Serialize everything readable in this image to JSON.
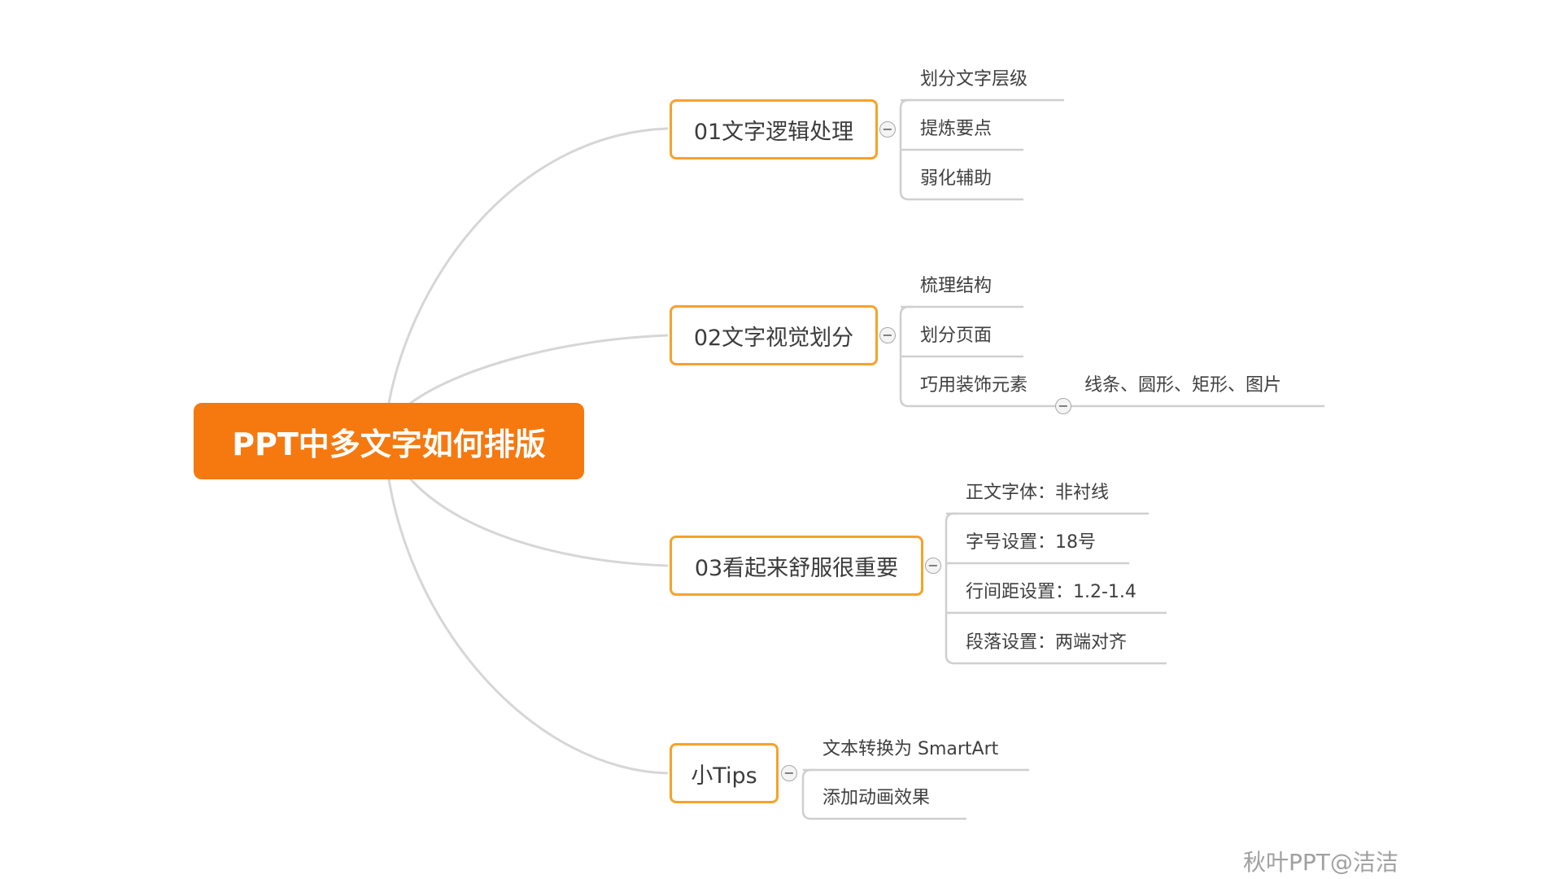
{
  "root": {
    "label": "PPT中多文字如何排版"
  },
  "branches": [
    {
      "label": "01文字逻辑处理",
      "children": [
        "划分文字层级",
        "提炼要点",
        "弱化辅助"
      ]
    },
    {
      "label": "02文字视觉划分",
      "children": [
        "梳理结构",
        "划分页面",
        "巧用装饰元素"
      ],
      "grandchild": "线条、圆形、矩形、图片"
    },
    {
      "label": "03看起来舒服很重要",
      "children": [
        "正文字体：非衬线",
        "字号设置：18号",
        "行间距设置：1.2-1.4",
        "段落设置：两端对齐"
      ]
    },
    {
      "label": "小Tips",
      "children": [
        "文本转换为 SmartArt",
        "添加动画效果"
      ]
    }
  ],
  "collapse_symbol": "−",
  "watermark": "秋叶PPT@洁洁",
  "colors": {
    "root_fill": "#f5790f",
    "branch_border": "#f7a229",
    "connector": "#d3d3d3"
  }
}
